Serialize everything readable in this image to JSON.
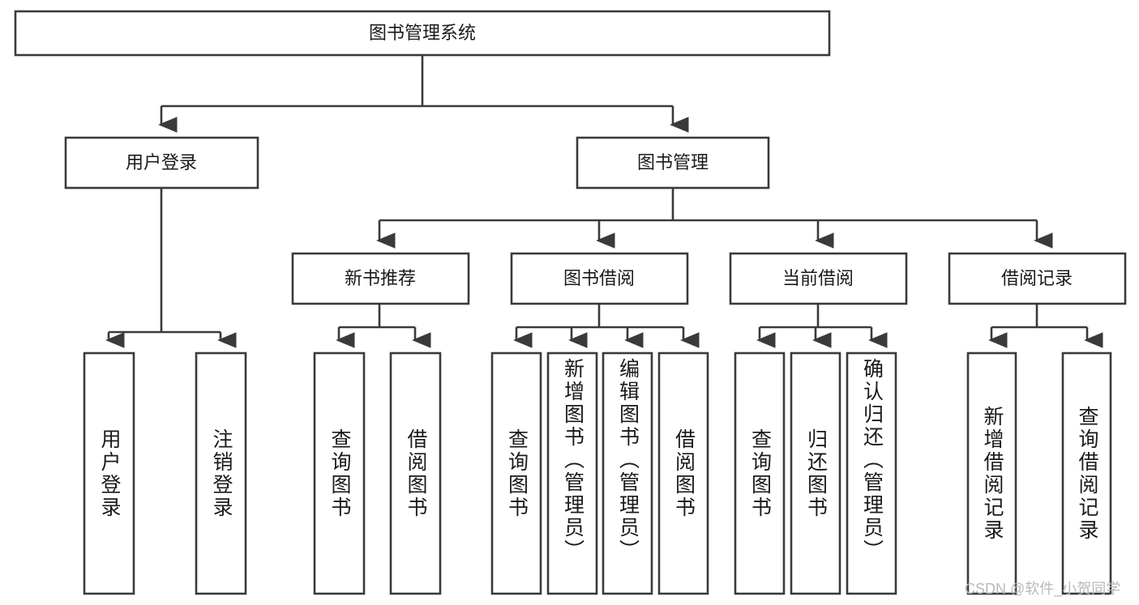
{
  "diagram": {
    "title": "图书管理系统",
    "type": "tree-hierarchy-diagram",
    "watermark": "CSDN @软件_小贺同学",
    "colors": {
      "stroke": "#3a3a3a",
      "fill": "#ffffff",
      "text": "#1a1a1a",
      "watermark": "#b9b9b9",
      "background": "#ffffff"
    },
    "root": {
      "label": "图书管理系统"
    },
    "level1": [
      {
        "label": "用户登录"
      },
      {
        "label": "图书管理"
      }
    ],
    "level2": [
      {
        "label": "新书推荐"
      },
      {
        "label": "图书借阅"
      },
      {
        "label": "当前借阅"
      },
      {
        "label": "借阅记录"
      }
    ],
    "leaves": {
      "user_login": [
        {
          "label": "用户登录"
        },
        {
          "label": "注销登录"
        }
      ],
      "new_book_recommend": [
        {
          "label": "查询图书"
        },
        {
          "label": "借阅图书"
        }
      ],
      "book_borrow": [
        {
          "label": "查询图书"
        },
        {
          "label": "新增图书（管理员）"
        },
        {
          "label": "编辑图书（管理员）"
        },
        {
          "label": "借阅图书"
        }
      ],
      "current_borrow": [
        {
          "label": "查询图书"
        },
        {
          "label": "归还图书"
        },
        {
          "label": "确认归还（管理员）"
        }
      ],
      "borrow_record": [
        {
          "label": "新增借阅记录"
        },
        {
          "label": "查询借阅记录"
        }
      ]
    }
  }
}
